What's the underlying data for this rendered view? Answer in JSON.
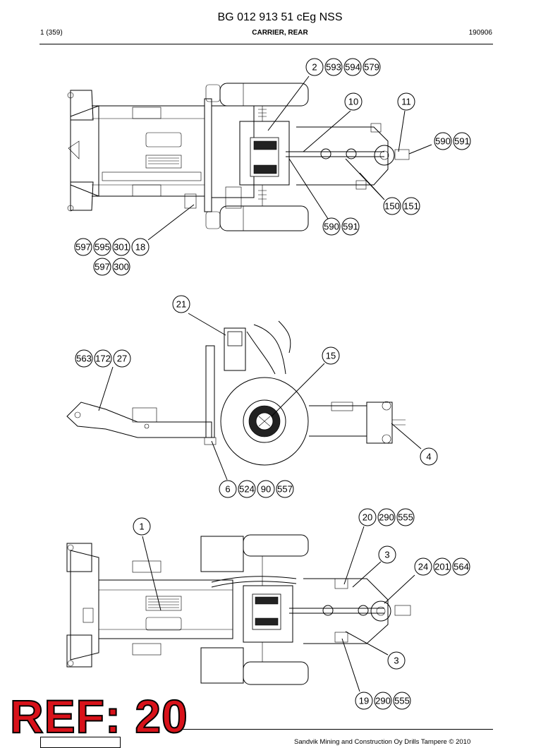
{
  "header": {
    "title": "BG 012 913 51 cEg NSS",
    "page": "1 (359)",
    "section": "CARRIER, REAR",
    "code": "190906"
  },
  "footer": {
    "copyright": "Sandvik Mining and Construction Oy Drills Tampere © 2010"
  },
  "watermark": "REF: 20",
  "views": {
    "top": {
      "callouts": [
        "2",
        "593",
        "594",
        "579",
        "10",
        "11",
        "590",
        "591",
        "150",
        "151",
        "590",
        "591",
        "597",
        "595",
        "301",
        "18",
        "597",
        "300"
      ]
    },
    "side": {
      "callouts": [
        "21",
        "563",
        "172",
        "27",
        "15",
        "4",
        "6",
        "524",
        "90",
        "557"
      ]
    },
    "bottom": {
      "callouts": [
        "1",
        "20",
        "290",
        "555",
        "3",
        "24",
        "201",
        "564",
        "3",
        "19",
        "290",
        "555"
      ]
    }
  }
}
